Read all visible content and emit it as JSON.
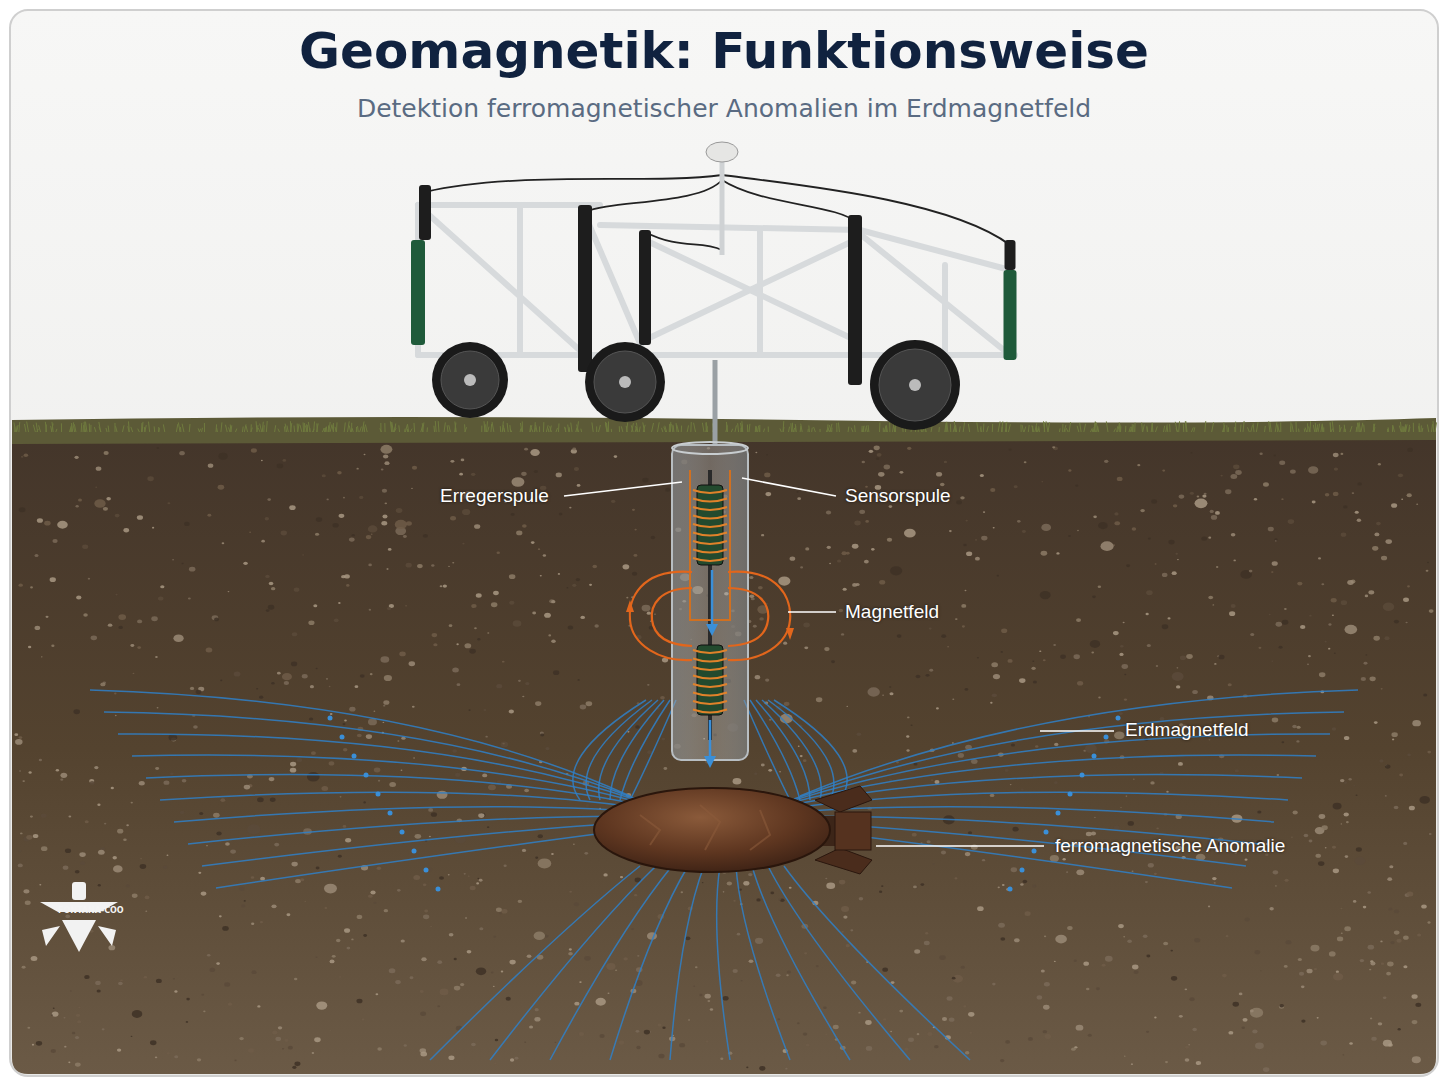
{
  "diagram": {
    "title": "Geomagnetik: Funktionsweise",
    "labels": [
      "Detektion ferromagnetischer Anomalien im Erdmagnetfeld",
      "Erregerspule",
      "Sensorspule",
      "Magnetfeld",
      "Erdmagnetfeld",
      "ferromagnetische Anomalie",
      "FONTANA-COO"
    ]
  }
}
